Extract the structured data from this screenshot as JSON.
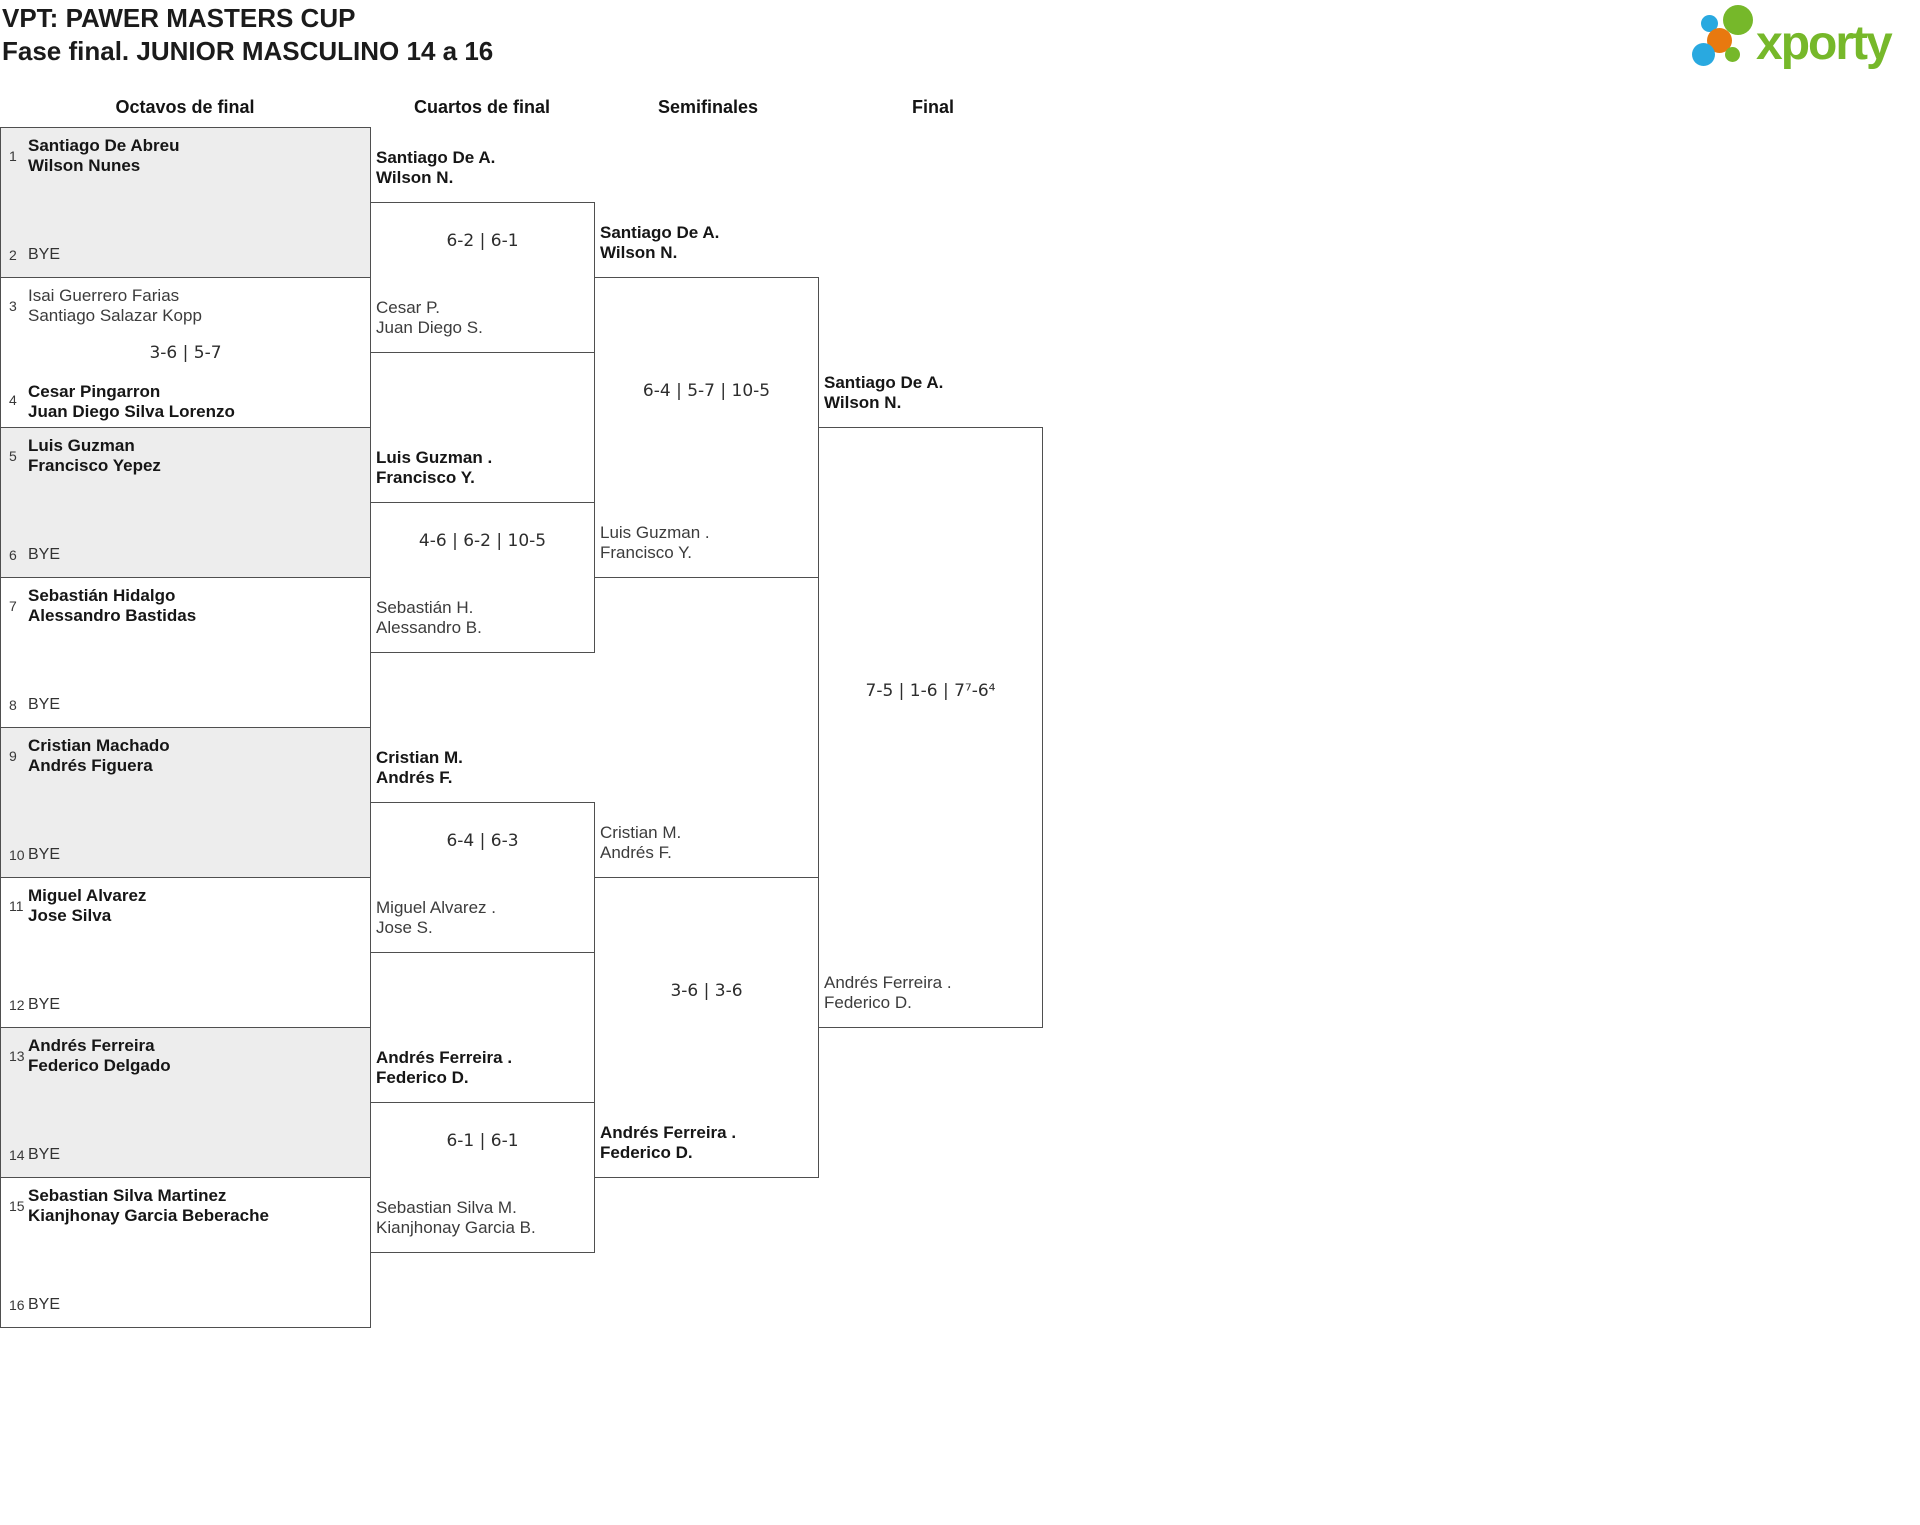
{
  "header": {
    "title": "VPT: PAWER MASTERS CUP",
    "subtitle": "Fase final. JUNIOR MASCULINO 14 a 16",
    "logo_text": "xporty"
  },
  "brand_colors": {
    "green": "#76b82a",
    "blue": "#29a9e0",
    "orange": "#e8790f"
  },
  "round_labels": [
    "Octavos de final",
    "Cuartos de final",
    "Semifinales",
    "Final"
  ],
  "octavos": {
    "seeds": [
      {
        "n": "1",
        "lines": [
          "Santiago De Abreu",
          "Wilson Nunes"
        ]
      },
      {
        "n": "2",
        "lines": [
          "BYE"
        ]
      },
      {
        "n": "3",
        "lines": [
          "Isai Guerrero Farias",
          "Santiago Salazar Kopp"
        ]
      },
      {
        "n": "4",
        "lines": [
          "Cesar Pingarron",
          "Juan Diego Silva Lorenzo"
        ]
      },
      {
        "n": "5",
        "lines": [
          "Luis Guzman",
          "Francisco Yepez"
        ]
      },
      {
        "n": "6",
        "lines": [
          "BYE"
        ]
      },
      {
        "n": "7",
        "lines": [
          "Sebastián Hidalgo",
          "Alessandro Bastidas"
        ]
      },
      {
        "n": "8",
        "lines": [
          "BYE"
        ]
      },
      {
        "n": "9",
        "lines": [
          "Cristian Machado",
          "Andrés Figuera"
        ]
      },
      {
        "n": "10",
        "lines": [
          "BYE"
        ]
      },
      {
        "n": "11",
        "lines": [
          "Miguel Alvarez",
          "Jose Silva"
        ]
      },
      {
        "n": "12",
        "lines": [
          "BYE"
        ]
      },
      {
        "n": "13",
        "lines": [
          "Andrés Ferreira",
          "Federico Delgado"
        ]
      },
      {
        "n": "14",
        "lines": [
          "BYE"
        ]
      },
      {
        "n": "15",
        "lines": [
          "Sebastian Silva Martinez",
          "Kianjhonay Garcia Beberache"
        ]
      },
      {
        "n": "16",
        "lines": [
          "BYE"
        ]
      }
    ],
    "match2_score": "3-6 | 5-7"
  },
  "cuartos": [
    {
      "top": [
        "Santiago De A.",
        "Wilson N."
      ],
      "bottom": [
        "Cesar P.",
        "Juan Diego S."
      ],
      "score": "6-2 | 6-1"
    },
    {
      "top": [
        "Luis Guzman .",
        "Francisco Y."
      ],
      "bottom": [
        "Sebastián H.",
        "Alessandro B."
      ],
      "score": "4-6 | 6-2 | 10-5"
    },
    {
      "top": [
        "Cristian M.",
        "Andrés F."
      ],
      "bottom": [
        "Miguel Alvarez .",
        "Jose S."
      ],
      "score": "6-4 | 6-3"
    },
    {
      "top": [
        "Andrés Ferreira .",
        "Federico D."
      ],
      "bottom": [
        "Sebastian Silva M.",
        "Kianjhonay Garcia B."
      ],
      "score": "6-1 | 6-1"
    }
  ],
  "semis": [
    {
      "top": [
        "Santiago De A.",
        "Wilson N."
      ],
      "bottom": [
        "Luis Guzman .",
        "Francisco Y."
      ],
      "score": "6-4 | 5-7 | 10-5"
    },
    {
      "top": [
        "Cristian M.",
        "Andrés F."
      ],
      "bottom": [
        "Andrés Ferreira .",
        "Federico D."
      ],
      "score": "3-6 | 3-6"
    }
  ],
  "final": {
    "top": [
      "Santiago De A.",
      "Wilson N."
    ],
    "bottom": [
      "Andrés Ferreira .",
      "Federico D."
    ],
    "score": "7-5 | 1-6 | 7⁷-6⁴"
  }
}
